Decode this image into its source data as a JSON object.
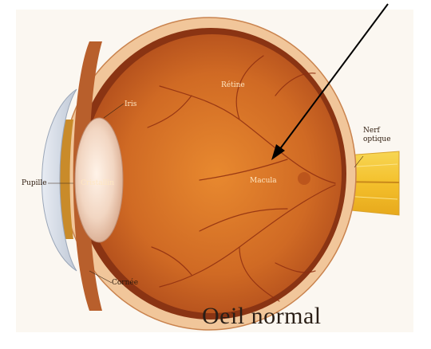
{
  "caption": "Oeil normal",
  "labels": {
    "retine": "Rétine",
    "iris": "Iris",
    "nerf_line1": "Nerf",
    "nerf_line2": "optique",
    "pupille": "Pupille",
    "cristallin": "Cristallin",
    "macula": "Macula",
    "cornee": "Cornée"
  },
  "colors": {
    "globe_center": "#e07a2a",
    "globe_edge": "#a9461a",
    "sclera": "#f1c69a",
    "choroid": "#7a2e12",
    "nerve": "#f4cb3a",
    "arrow": "#000000"
  }
}
